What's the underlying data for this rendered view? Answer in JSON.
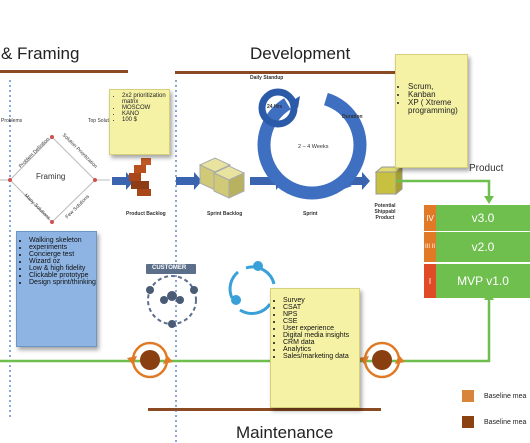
{
  "headings": {
    "framing": "& Framing",
    "development": "Development",
    "maintenance": "Maintenance"
  },
  "framing_diagram": {
    "center": "Framing",
    "left_top": "Problem Definition",
    "right_top": "Solution Prioritization",
    "left_bottom": "Many Solutions",
    "right_bottom": "Few Solutions",
    "far_left": "Problems",
    "top_right": "Top Solution"
  },
  "prioritization_note": [
    "2x2 prioritization matrix",
    "MOSCOW",
    "KANO",
    "100 $"
  ],
  "methods_note": [
    "Scrum,",
    "Kanban",
    "XP ( Xtreme programming)"
  ],
  "sprint_labels": {
    "daily_standup": "Daily Standup",
    "hrs": "24 Hrs",
    "duration": "Duration",
    "weeks": "2 – 4 Weeks",
    "product_backlog": "Product Backlog",
    "sprint_backlog": "Sprint Backlog",
    "sprint": "Sprint",
    "increment": "Potential Shippabl Product"
  },
  "product_label": "Product",
  "versions": [
    {
      "roman": "IV",
      "label": "v3.0"
    },
    {
      "roman": "III II",
      "label": "v2.0"
    },
    {
      "roman": "I",
      "label": "MVP v1.0"
    }
  ],
  "framing_note": [
    "Walking skeleton",
    "experiments",
    "Concierge test",
    "Wizard oz",
    "Low & high fidelity",
    "Clickable prototype",
    "Design sprint/thinking"
  ],
  "customer_label": "CUSTOMER",
  "feedback_note": [
    "Survey",
    "CSAT",
    "NPS",
    "CSE",
    "User experience",
    "Digital media insights",
    "CRM data",
    "Analytics",
    "Sales/marketing data"
  ],
  "legend": [
    {
      "label": "Baseline mea",
      "color": "#d9843b"
    },
    {
      "label": "Baseline mea",
      "color": "#8a4210"
    }
  ],
  "colors": {
    "bar": "#8a4a22",
    "green": "#6fbf4e",
    "dark_blue": "#2b5e9e",
    "orange": "#e07a26",
    "brown": "#8a3f10",
    "dotted": "#3c6fc0"
  }
}
